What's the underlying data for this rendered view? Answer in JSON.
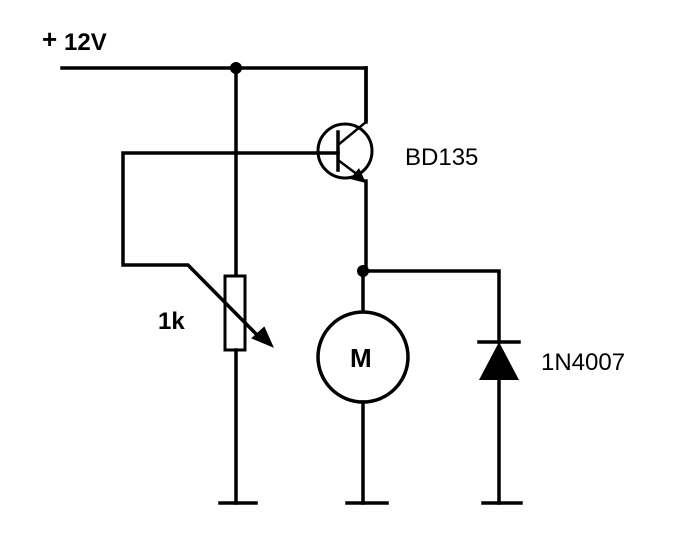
{
  "supply": {
    "plus_symbol": "+",
    "voltage_label": "12V"
  },
  "transistor": {
    "label": "BD135"
  },
  "potentiometer": {
    "label": "1k"
  },
  "motor": {
    "label": "M"
  },
  "diode": {
    "label": "1N4007"
  }
}
